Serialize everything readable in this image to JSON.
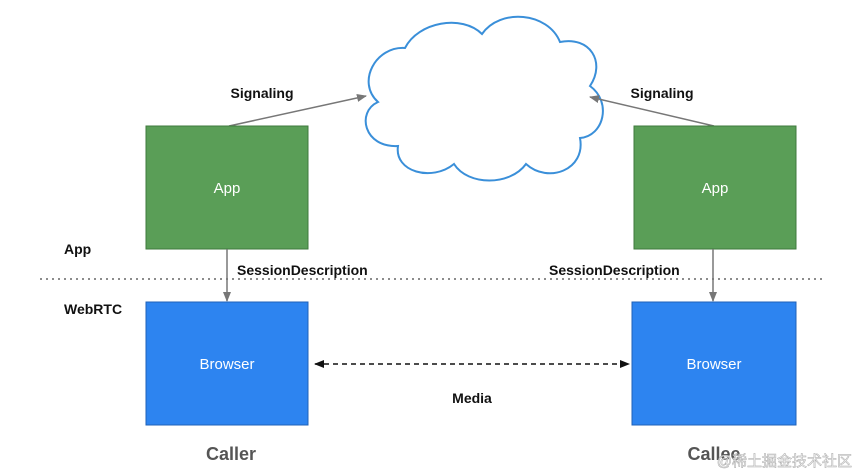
{
  "labels": {
    "signaling_left": "Signaling",
    "signaling_right": "Signaling",
    "app_left_box": "App",
    "app_right_box": "App",
    "layer_app": "App",
    "layer_webrtc": "WebRTC",
    "session_left": "SessionDescription",
    "session_right": "SessionDescription",
    "browser_left": "Browser",
    "browser_right": "Browser",
    "media": "Media",
    "caller": "Caller",
    "callee": "Callee",
    "watermark": "@稀土掘金技术社区"
  },
  "colors": {
    "app_box": "#5a9e57",
    "browser_box": "#2d84f0",
    "cloud_stroke": "#3a8fd9"
  }
}
